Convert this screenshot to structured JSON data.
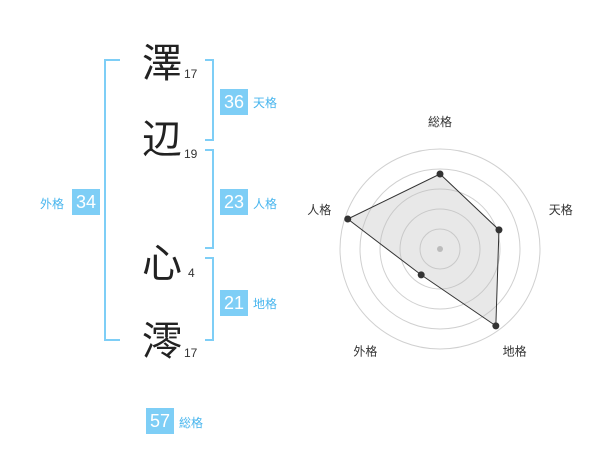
{
  "name_chars": [
    {
      "char": "澤",
      "strokes": "17"
    },
    {
      "char": "辺",
      "strokes": "19"
    },
    {
      "char": "心",
      "strokes": "4"
    },
    {
      "char": "澪",
      "strokes": "17"
    }
  ],
  "kakusu": {
    "tenkaku": {
      "value": "36",
      "label": "天格"
    },
    "jinkaku": {
      "value": "23",
      "label": "人格"
    },
    "chikaku": {
      "value": "21",
      "label": "地格"
    },
    "gaikaku": {
      "value": "34",
      "label": "外格"
    },
    "soukaku": {
      "value": "57",
      "label": "総格"
    }
  },
  "colors": {
    "accent": "#7ecef6",
    "label": "#47b5ee",
    "bracket": "#7ecef6"
  },
  "chart_data": {
    "type": "radar",
    "axes": [
      "総格",
      "天格",
      "地格",
      "外格",
      "人格"
    ],
    "values": [
      0.75,
      0.62,
      0.95,
      0.32,
      0.97
    ],
    "range": [
      0,
      1
    ],
    "rings": 4,
    "grid": true
  }
}
